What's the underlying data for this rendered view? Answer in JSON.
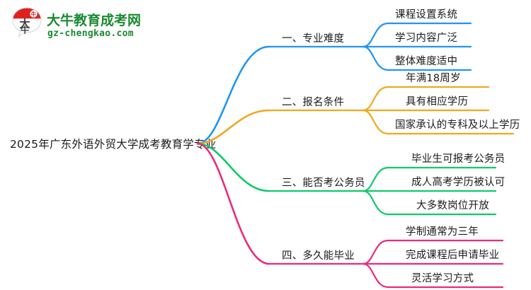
{
  "logo": {
    "mark_name": "daniu-speech-bubble-logo",
    "brand_cn": "大牛教育成考网",
    "brand_url": "gz-chengkao.com",
    "brand_color": "#1a8a32",
    "mark_accent": "#e02020"
  },
  "mindmap": {
    "root": "2025年广东外语外贸大学成考教育学专业",
    "branches": [
      {
        "label": "一、专业难度",
        "color": "#2196f3",
        "children": [
          "课程设置系统",
          "学习内容广泛",
          "整体难度适中"
        ]
      },
      {
        "label": "二、报名条件",
        "color": "#f0a81e",
        "children": [
          "年满18周岁",
          "具有相应学历",
          "国家承认的专科及以上学历"
        ]
      },
      {
        "label": "三、能否考公务员",
        "color": "#0ecb6c",
        "children": [
          "毕业生可报考公务员",
          "成人高考学历被认可",
          "大多数岗位开放"
        ]
      },
      {
        "label": "四、多久能毕业",
        "color": "#ec2a7b",
        "children": [
          "学制通常为三年",
          "完成课程后申请毕业",
          "灵活学习方式"
        ]
      }
    ]
  }
}
